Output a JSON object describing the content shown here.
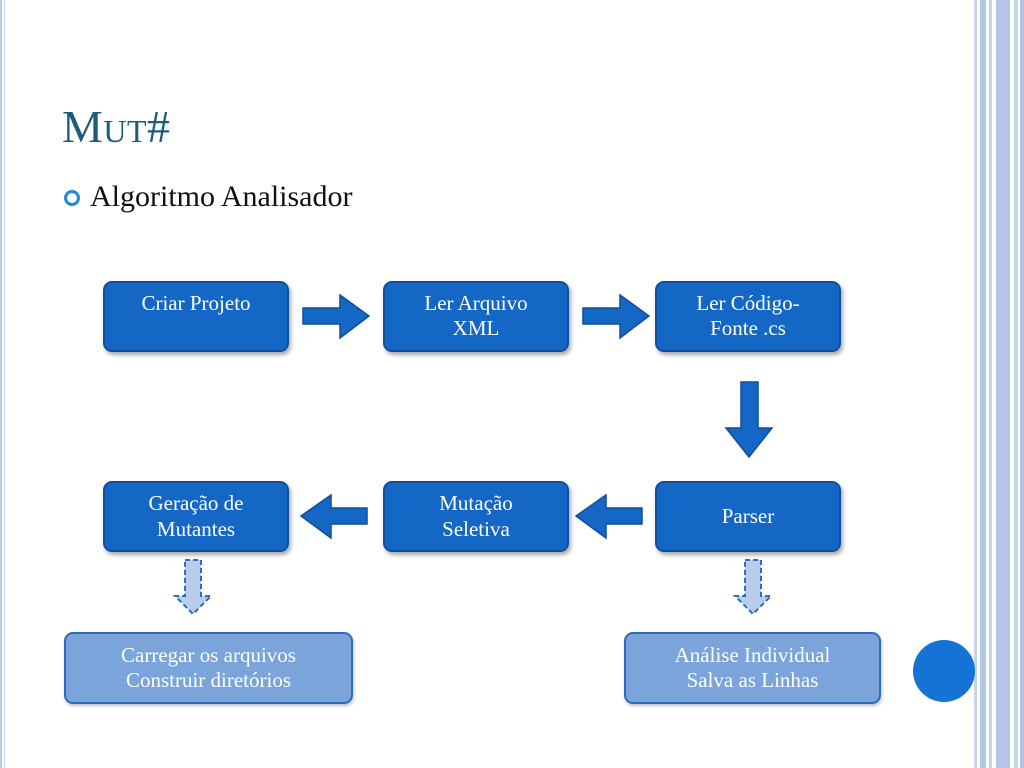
{
  "slide": {
    "title": "Mut#",
    "bullet": "Algoritmo Analisador"
  },
  "flow": {
    "criar_projeto": "Criar Projeto",
    "ler_arquivo_xml": "Ler Arquivo\nXML",
    "ler_codigo_fonte": "Ler Código-\nFonte .cs",
    "parser": "Parser",
    "mutacao_seletiva": "Mutação\nSeletiva",
    "geracao_mutantes": "Geração de\nMutantes",
    "carregar_arquivos": "Carregar os arquivos\nConstruir diretórios",
    "analise_individual": "Análise Individual\nSalva as Linhas"
  },
  "colors": {
    "title": "#1a5d7a",
    "box_dark": "#1467c4",
    "box_light": "#7aa4da",
    "arrow": "#1467c4",
    "dashed_arrow_fill": "#b9cdea",
    "accent_circle": "#1573d6",
    "border_stripe": "#b4c6e7"
  }
}
